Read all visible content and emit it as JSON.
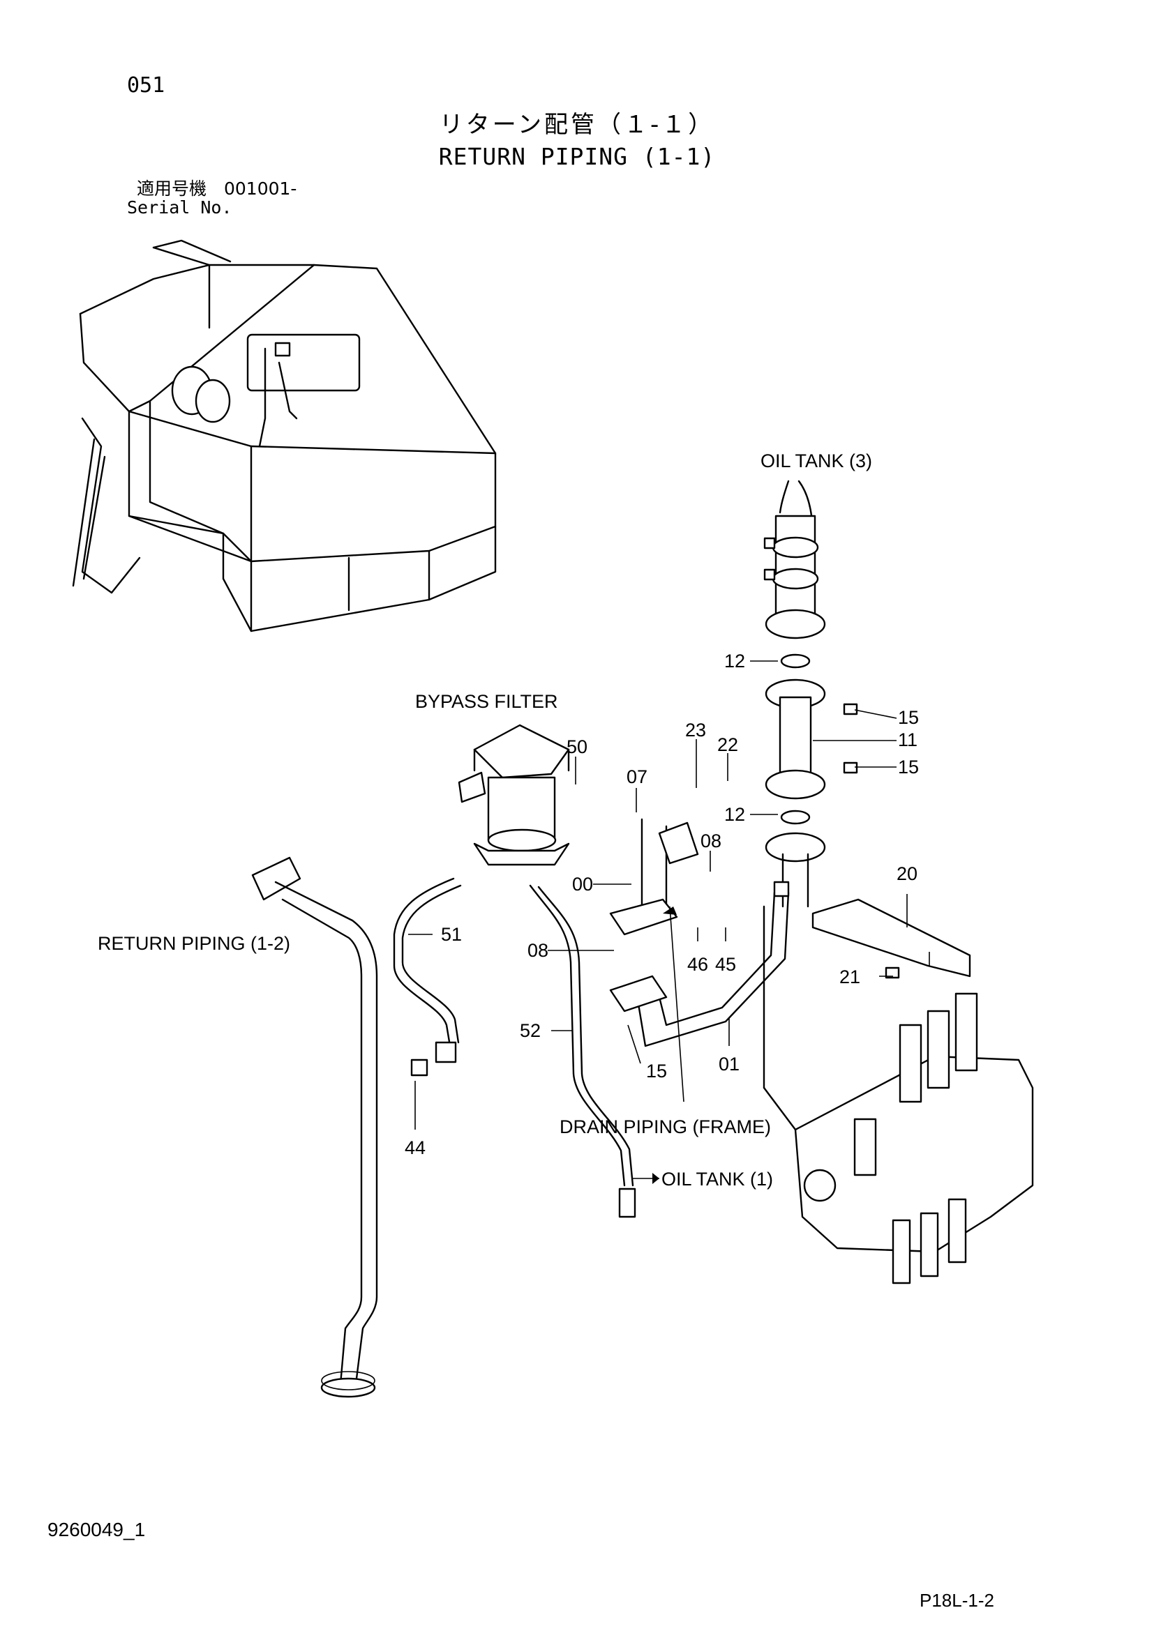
{
  "header": {
    "page_no": "051",
    "title_jp": "リターン配管（１-１）",
    "title_en": "RETURN PIPING (1-1)",
    "serial_label_jp": "適用号機　001001-",
    "serial_label_en": "Serial No."
  },
  "footer": {
    "doc_no": "9260049_1",
    "sheet_no": "P18L-1-2"
  },
  "callouts": {
    "oil_tank_3": "OIL TANK (3)",
    "bypass_filter": "BYPASS FILTER",
    "return_piping_1_2": "RETURN PIPING (1-2)",
    "drain_piping_frame": "DRAIN PIPING (FRAME)",
    "oil_tank_1": "OIL TANK (1)"
  },
  "part_labels": {
    "p12a": "12",
    "p15a": "15",
    "p11": "11",
    "p15b": "15",
    "p12b": "12",
    "p23": "23",
    "p22": "22",
    "p50": "50",
    "p07": "07",
    "p08a": "08",
    "p00": "00",
    "p20": "20",
    "p51": "51",
    "p08b": "08",
    "p46": "46",
    "p45": "45",
    "p21": "21",
    "p52": "52",
    "p15c": "15",
    "p01": "01",
    "p44": "44"
  }
}
